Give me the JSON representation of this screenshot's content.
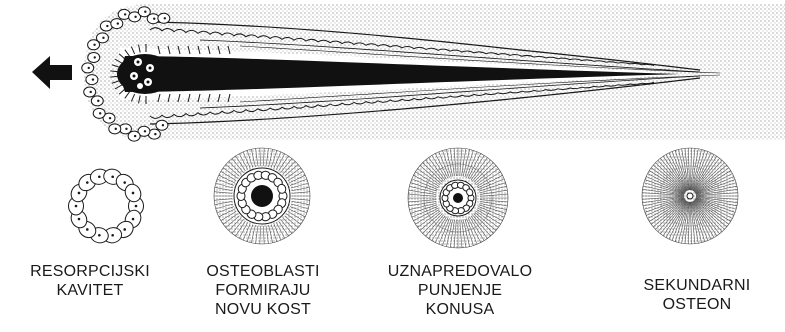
{
  "stages": [
    {
      "key": "resorption",
      "lines": [
        "RESORPCIJSKI",
        "KAVITET"
      ]
    },
    {
      "key": "osteoblasts",
      "lines": [
        "OSTEOBLASTI",
        "FORMIRAJU",
        "NOVU KOST"
      ]
    },
    {
      "key": "filling",
      "lines": [
        "UZNAPREDOVALO",
        "PUNJENJE",
        "KONUSA"
      ]
    },
    {
      "key": "osteon",
      "lines": [
        "SEKUNDARNI",
        "OSTEON"
      ]
    }
  ],
  "colors": {
    "ink": "#1a1a1a",
    "bone_dots": "#8a8a8a",
    "paper": "#ffffff"
  }
}
